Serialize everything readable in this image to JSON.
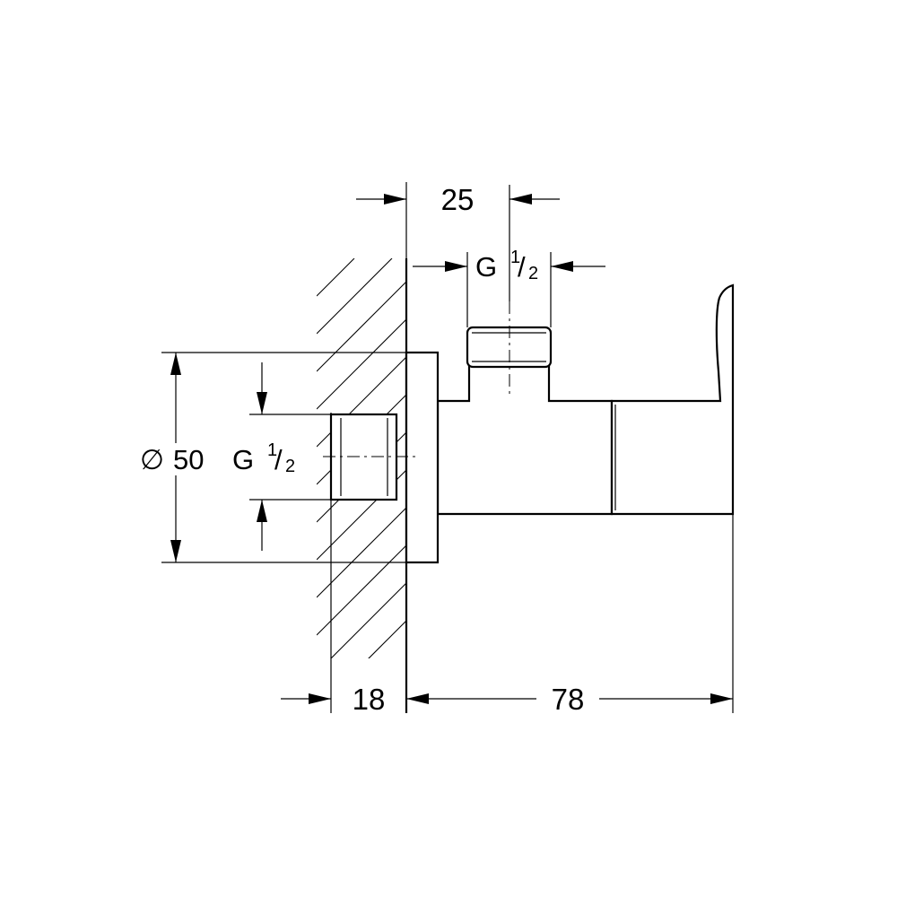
{
  "dimensions": {
    "top_width": "25",
    "top_thread": {
      "letter": "G",
      "num": "1",
      "den": "2"
    },
    "diameter_symbol": "∅",
    "diameter_value": "50",
    "side_thread": {
      "letter": "G",
      "num": "1",
      "den": "2"
    },
    "wall_depth": "18",
    "total_depth": "78"
  }
}
